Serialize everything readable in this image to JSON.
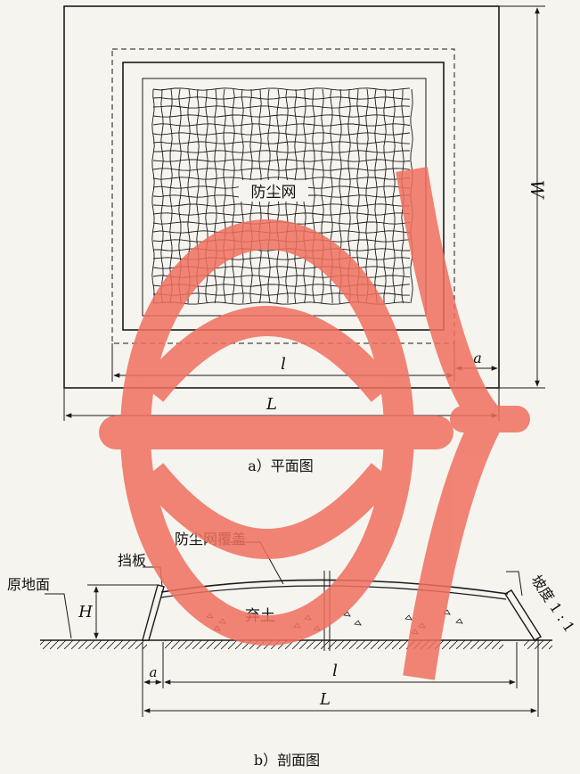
{
  "plan": {
    "net_label": "防尘网",
    "dim_W": "W",
    "dim_l": "l",
    "dim_a": "a",
    "dim_L": "L",
    "caption": "a）平面图"
  },
  "section": {
    "net_cover_label": "防尘网覆盖",
    "baffle_label": "挡板",
    "ground_label": "原地面",
    "dim_H": "H",
    "spoil_label": "弃土",
    "slope_label": "坡度 1 : 1",
    "dim_a": "a",
    "dim_l": "l",
    "dim_L": "L",
    "caption": "b）剖面图"
  },
  "colors": {
    "line": "#1a1a1a",
    "watermark": "#f0705f",
    "paper": "#f6f4ef"
  }
}
